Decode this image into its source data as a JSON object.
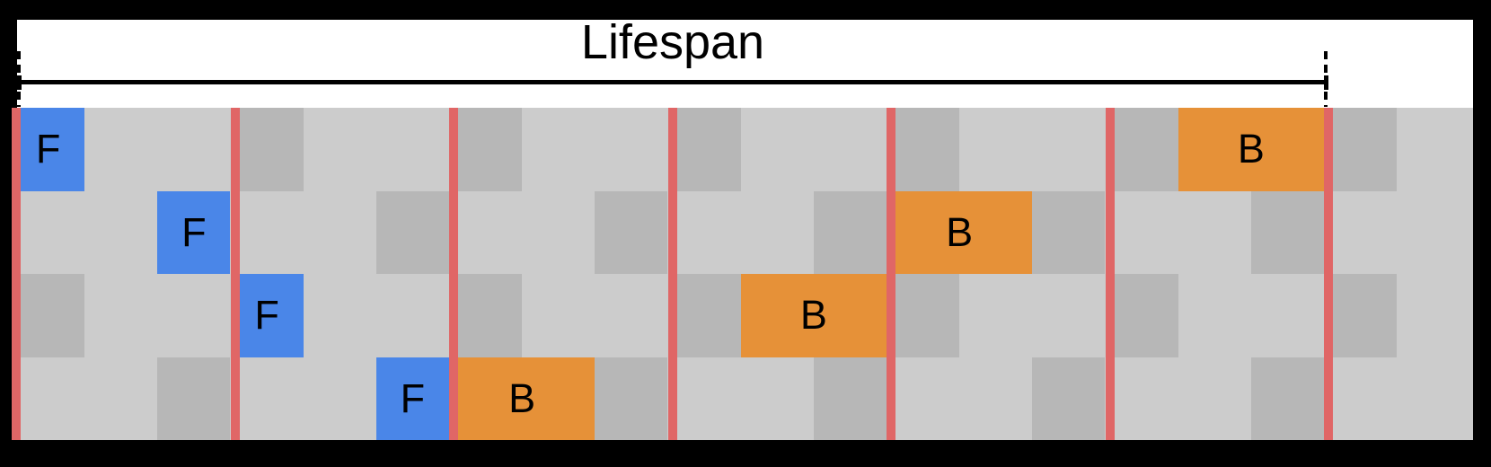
{
  "title": "Lifespan",
  "legend": {
    "forward_label": "F",
    "backward_label": "B"
  },
  "schedule": {
    "rows": 4,
    "segments": 7,
    "slots_per_segment": 3,
    "total_slots": 21,
    "forward_blocks": [
      {
        "row": 0,
        "slot": 0,
        "label": "F"
      },
      {
        "row": 1,
        "slot": 2,
        "label": "F"
      },
      {
        "row": 2,
        "slot": 3,
        "label": "F"
      },
      {
        "row": 3,
        "slot": 5,
        "label": "F"
      }
    ],
    "backward_blocks": [
      {
        "row": 3,
        "slot": 6,
        "label": "B"
      },
      {
        "row": 2,
        "slot": 10,
        "label": "B"
      },
      {
        "row": 1,
        "slot": 12,
        "label": "B"
      },
      {
        "row": 0,
        "slot": 16,
        "label": "B"
      }
    ],
    "background_dark_cells": {
      "rows_0_and_2_slots": [
        0,
        3,
        6,
        9,
        12,
        15,
        18
      ],
      "rows_1_and_3_slots": [
        2,
        5,
        8,
        11,
        14,
        17
      ]
    },
    "stage_divider_segment_indexes": [
      0,
      1,
      2,
      3,
      4,
      5,
      6
    ]
  },
  "colors": {
    "forward": "#4a86e8",
    "backward": "#e69138",
    "stage_divider": "#e06666",
    "grid_light": "#cccccc",
    "grid_dark": "#b7b7b7",
    "frame": "#000000",
    "background": "#ffffff",
    "text": "#000000"
  }
}
